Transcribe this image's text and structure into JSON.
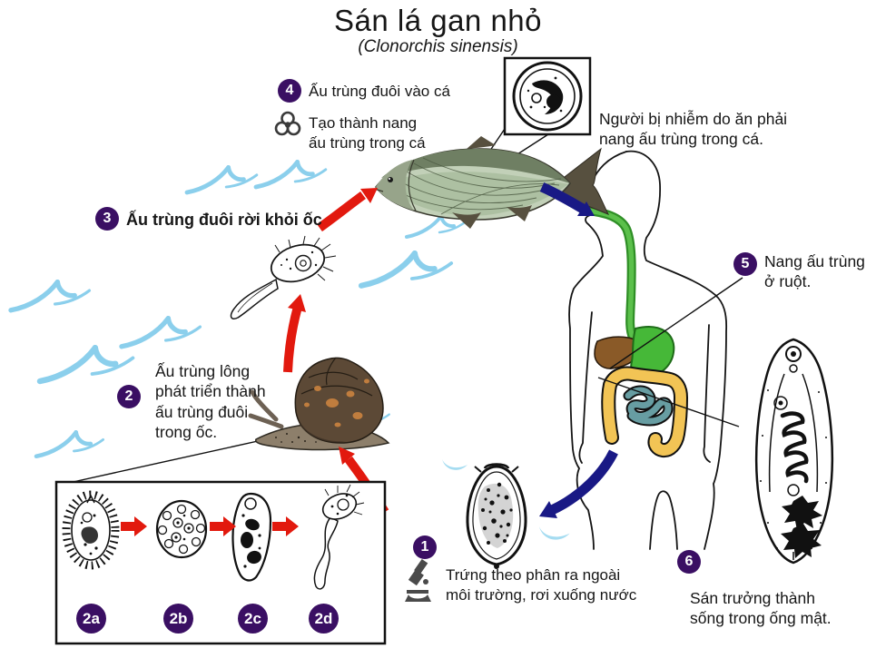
{
  "title": {
    "main": "Sán lá gan nhỏ",
    "scientific": "(Clonorchis sinensis)"
  },
  "notes": {
    "infection": "Người bị nhiễm do ăn phải\nnang ấu trùng trong cá."
  },
  "steps": {
    "s1": {
      "num": "1",
      "text": "Trứng theo phân ra ngoài\nmôi trường, rơi xuống nước"
    },
    "s2": {
      "num": "2",
      "text": "Ấu trùng lông\nphát triển thành\nấu trùng đuôi\ntrong ốc."
    },
    "s3": {
      "num": "3",
      "text": "Ấu trùng đuôi rời khỏi ốc"
    },
    "s4": {
      "num": "4",
      "text": "Ấu trùng đuôi vào cá",
      "text2": "Tạo thành nang\nấu trùng trong cá"
    },
    "s5": {
      "num": "5",
      "text": "Nang ấu trùng\nở ruột."
    },
    "s6": {
      "num": "6",
      "text": "Sán trưởng thành\nsống trong ống mật."
    }
  },
  "substages": {
    "a": "2a",
    "b": "2b",
    "c": "2c",
    "d": "2d"
  },
  "icons": {
    "biohazard": "biohazard-icon",
    "microscope": "microscope-icon"
  },
  "colors": {
    "badge": "#3a0f63",
    "red_arrow": "#e2190e",
    "blue_arrow": "#191985",
    "wave": "#8bcfec"
  }
}
